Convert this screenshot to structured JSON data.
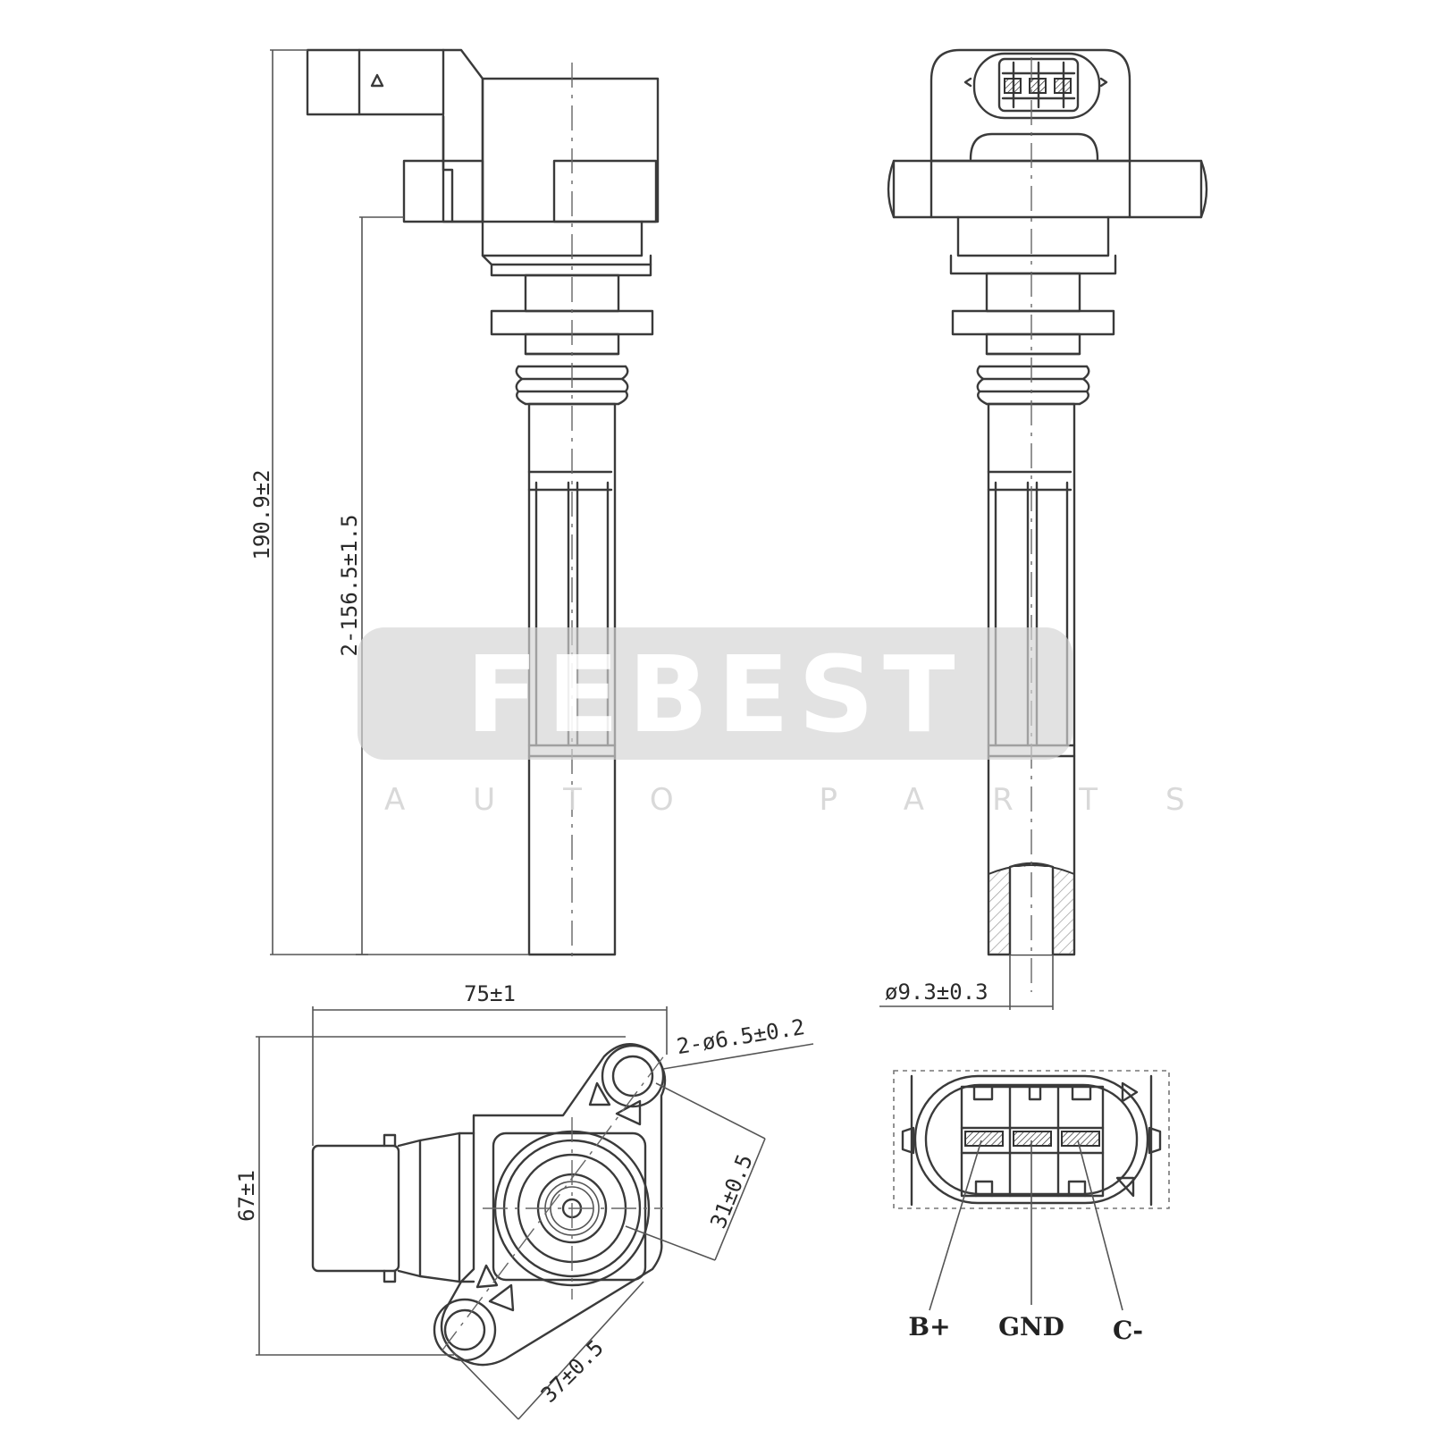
{
  "dimensions": {
    "overall_length": "190.9±2",
    "mount_length": "2-156.5±1.5",
    "boot_diameter": "ø9.3±0.3",
    "flange_width": "75±1",
    "flange_height": "67±1",
    "hole_diameter": "2-ø6.5±0.2",
    "hole_offset_a": "31±0.5",
    "hole_offset_b": "37±0.5"
  },
  "pins": {
    "pin_1": "B+",
    "pin_2": "GND",
    "pin_3": "C-"
  },
  "watermark": {
    "brand": "FEBEST",
    "tagline": "AUTO PARTS"
  }
}
